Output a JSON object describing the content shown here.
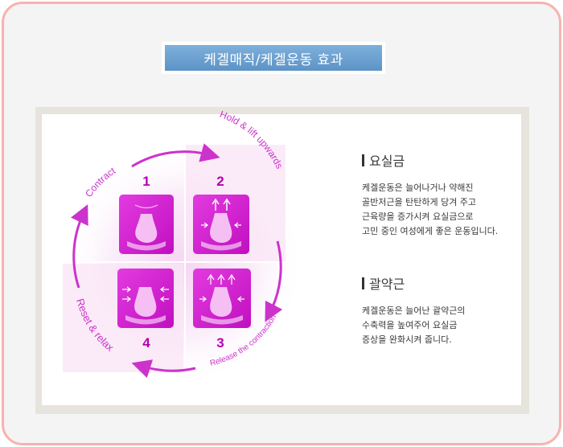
{
  "title": "케겔매직/케겔운동 효과",
  "diagram": {
    "steps": [
      {
        "number": "1",
        "label": "Contract"
      },
      {
        "number": "2",
        "label": "Hold & lift upwards"
      },
      {
        "number": "3",
        "label": "Release the contraction"
      },
      {
        "number": "4",
        "label": "Reset & relax"
      }
    ],
    "colors": {
      "accent": "#c400c4",
      "arc": "#cc33cc",
      "tile": "#d61cd2"
    }
  },
  "sections": [
    {
      "heading": "요실금",
      "lines": [
        "케겔운동은 늘어나거나 약해진",
        "골반저근을 탄탄하게 당겨 주고",
        "근육량을 증가시켜 요실금으로",
        "고민 중인 여성에게 좋은 운동입니다."
      ]
    },
    {
      "heading": "괄약근",
      "lines": [
        "케겔운동은 늘어난 괄약근의",
        "수축력을 높여주어 요실금",
        "증상을 완화시켜 줍니다."
      ]
    }
  ]
}
